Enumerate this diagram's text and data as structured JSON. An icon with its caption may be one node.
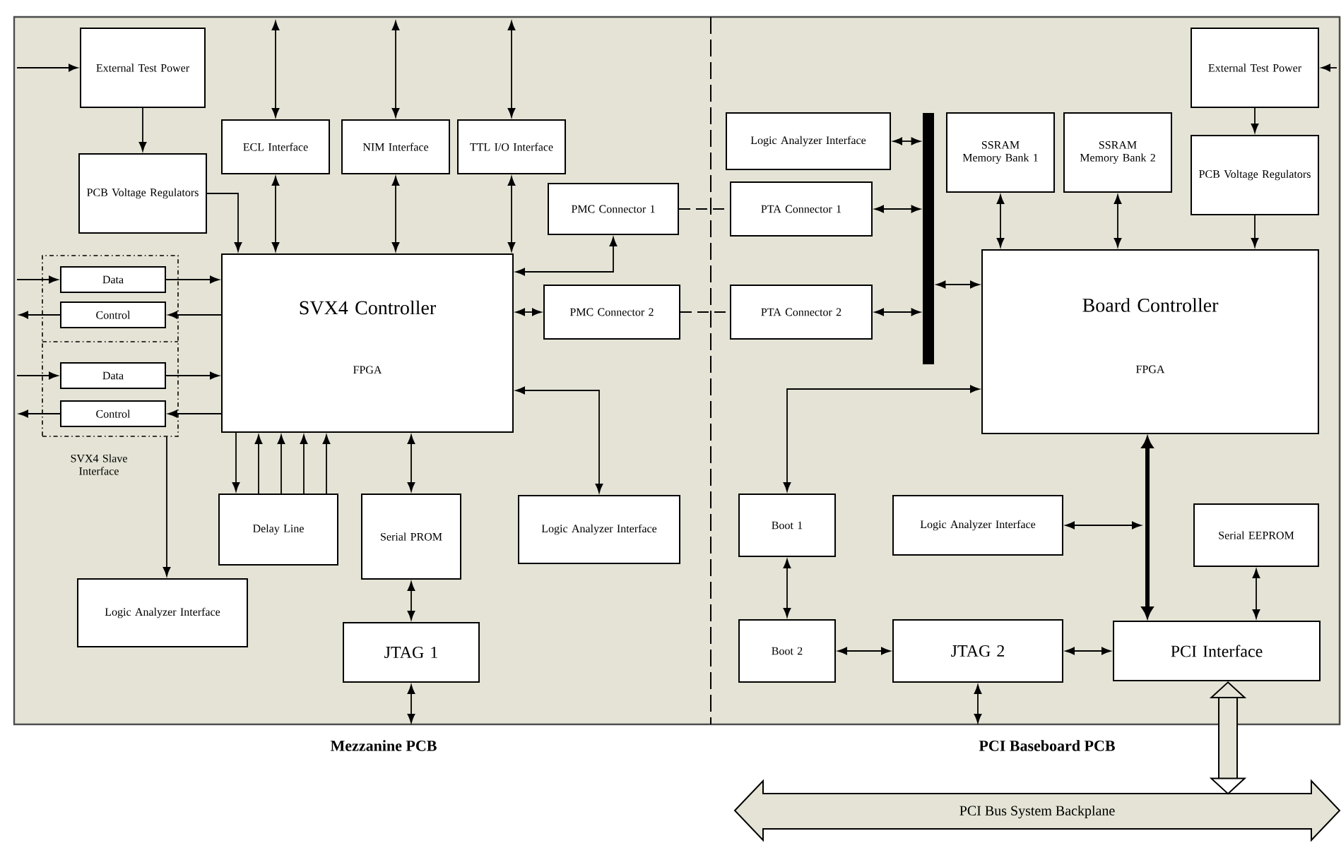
{
  "diagram": {
    "nodes": [
      {
        "text": [
          "Mezzanine PCB"
        ]
      },
      {
        "text": [
          "PCI Baseboard PCB"
        ]
      },
      {
        "text": [
          "External Test Power"
        ],
        "in": 0
      },
      {
        "text": [
          "PCB Voltage Regulators"
        ],
        "in": 0
      },
      {
        "text": [
          "ECL Interface"
        ],
        "in": 0
      },
      {
        "text": [
          "NIM Interface"
        ],
        "in": 0
      },
      {
        "text": [
          "TTL I/O Interface"
        ],
        "in": 0
      },
      {
        "text": [
          "PMC Connector 1"
        ],
        "in": 0
      },
      {
        "text": [
          "PMC Connector 2"
        ],
        "in": 0
      },
      {
        "text": [
          "SVX4 Slave Interface"
        ],
        "in": 0
      },
      {
        "text": [
          "Data"
        ],
        "in": 9
      },
      {
        "text": [
          "Control"
        ],
        "in": 9
      },
      {
        "text": [
          "Data"
        ],
        "in": 9
      },
      {
        "text": [
          "Control"
        ],
        "in": 9
      },
      {
        "text": [
          "SVX4 Controller",
          "FPGA"
        ],
        "in": 0
      },
      {
        "text": [
          "Delay Line"
        ],
        "in": 0
      },
      {
        "text": [
          "Serial PROM"
        ],
        "in": 0
      },
      {
        "text": [
          "Logic Analyzer Interface"
        ],
        "in": 0
      },
      {
        "text": [
          "Logic Analyzer Interface"
        ],
        "in": 0
      },
      {
        "text": [
          "JTAG 1"
        ],
        "in": 0
      },
      {
        "text": [
          "Logic Analyzer Interface"
        ],
        "in": 1
      },
      {
        "text": [
          "PTA Connector 1"
        ],
        "in": 1
      },
      {
        "text": [
          "PTA Connector 2"
        ],
        "in": 1
      },
      {
        "text": [],
        "shape": "bar",
        "in": 1
      },
      {
        "text": [
          "SSRAM Memory Bank 1"
        ],
        "in": 1
      },
      {
        "text": [
          "SSRAM Memory Bank 2"
        ],
        "in": 1
      },
      {
        "text": [
          "External Test Power"
        ],
        "in": 1
      },
      {
        "text": [
          "PCB Voltage Regulators"
        ],
        "in": 1
      },
      {
        "text": [
          "Board Controller",
          "FPGA"
        ],
        "in": 1
      },
      {
        "text": [
          "Boot 1"
        ],
        "in": 1
      },
      {
        "text": [
          "Logic Analyzer Interface"
        ],
        "in": 1
      },
      {
        "text": [
          "Serial EEPROM"
        ],
        "in": 1
      },
      {
        "text": [
          "Boot 2"
        ],
        "in": 1
      },
      {
        "text": [
          "JTAG 2"
        ],
        "in": 1
      },
      {
        "text": [
          "PCI Interface"
        ],
        "in": 1
      },
      {
        "text": [
          "PCI Bus System Backplane"
        ]
      }
    ],
    "edges": [
      {
        "from": null,
        "to": 2,
        "arrow": "to"
      },
      {
        "from": 2,
        "to": 3,
        "arrow": "to"
      },
      {
        "from": 3,
        "to": 14,
        "arrow": "to"
      },
      {
        "from": 4,
        "to": null,
        "arrow": "both"
      },
      {
        "from": 5,
        "to": null,
        "arrow": "both"
      },
      {
        "from": 6,
        "to": null,
        "arrow": "both"
      },
      {
        "from": 4,
        "to": 14,
        "arrow": "both"
      },
      {
        "from": 5,
        "to": 14,
        "arrow": "both"
      },
      {
        "from": 6,
        "to": 14,
        "arrow": "both"
      },
      {
        "from": 7,
        "to": 14,
        "arrow": "both"
      },
      {
        "from": 8,
        "to": 14,
        "arrow": "both"
      },
      {
        "from": 7,
        "to": 21,
        "arrow": "none",
        "style": "dashed"
      },
      {
        "from": 8,
        "to": 22,
        "arrow": "none",
        "style": "dashed"
      },
      {
        "from": null,
        "to": 10,
        "arrow": "to"
      },
      {
        "from": 10,
        "to": 14,
        "arrow": "to"
      },
      {
        "from": 14,
        "to": 11,
        "arrow": "to"
      },
      {
        "from": 11,
        "to": null,
        "arrow": "to"
      },
      {
        "from": null,
        "to": 12,
        "arrow": "to"
      },
      {
        "from": 12,
        "to": 14,
        "arrow": "to"
      },
      {
        "from": 14,
        "to": 13,
        "arrow": "to"
      },
      {
        "from": 13,
        "to": null,
        "arrow": "to"
      },
      {
        "from": 9,
        "to": 18,
        "arrow": "to"
      },
      {
        "from": 14,
        "to": 15,
        "arrow": "to"
      },
      {
        "from": 15,
        "to": 14,
        "arrow": "to"
      },
      {
        "from": 15,
        "to": 14,
        "arrow": "to"
      },
      {
        "from": 15,
        "to": 14,
        "arrow": "to"
      },
      {
        "from": 15,
        "to": 14,
        "arrow": "to"
      },
      {
        "from": 14,
        "to": 16,
        "arrow": "both"
      },
      {
        "from": 16,
        "to": 19,
        "arrow": "both"
      },
      {
        "from": 19,
        "to": null,
        "arrow": "both"
      },
      {
        "from": 14,
        "to": 17,
        "arrow": "both"
      },
      {
        "from": 20,
        "to": 23,
        "arrow": "both"
      },
      {
        "from": 21,
        "to": 23,
        "arrow": "both"
      },
      {
        "from": 22,
        "to": 23,
        "arrow": "both"
      },
      {
        "from": 23,
        "to": 28,
        "arrow": "both"
      },
      {
        "from": 24,
        "to": 28,
        "arrow": "both"
      },
      {
        "from": 25,
        "to": 28,
        "arrow": "both"
      },
      {
        "from": null,
        "to": 26,
        "arrow": "to"
      },
      {
        "from": 26,
        "to": 27,
        "arrow": "to"
      },
      {
        "from": 27,
        "to": 28,
        "arrow": "to"
      },
      {
        "from": 28,
        "to": 29,
        "arrow": "both"
      },
      {
        "from": 29,
        "to": 32,
        "arrow": "both"
      },
      {
        "from": 32,
        "to": 33,
        "arrow": "both"
      },
      {
        "from": 33,
        "to": 34,
        "arrow": "both"
      },
      {
        "from": 33,
        "to": null,
        "arrow": "both"
      },
      {
        "from": 28,
        "to": 34,
        "arrow": "both",
        "style": "thick"
      },
      {
        "from": 30,
        "to": null,
        "arrow": "both"
      },
      {
        "from": 31,
        "to": 34,
        "arrow": "both"
      },
      {
        "from": 34,
        "to": 35,
        "arrow": "both",
        "style": "thick"
      }
    ]
  }
}
